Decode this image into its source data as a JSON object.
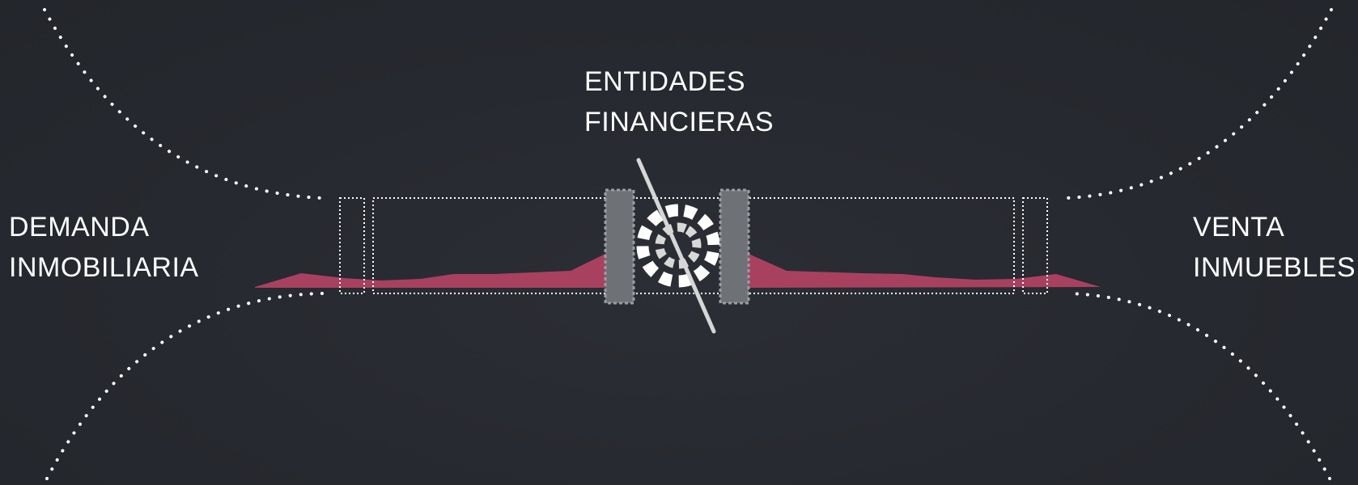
{
  "labels": {
    "left": {
      "line1": "DEMANDA",
      "line2": "INMOBILIARIA"
    },
    "top": {
      "line1": "ENTIDADES",
      "line2": "FINANCIERAS"
    },
    "right": {
      "line1": "VENTA",
      "line2": "INMUEBLES"
    }
  },
  "colors": {
    "background": "#26292f",
    "text": "#ffffff",
    "flow": "#a8415f",
    "pillar": "#6e7176",
    "dotted": "#ffffff",
    "slash": "#d6d6d6"
  },
  "icons": {
    "blocked": "prohibition-slash-icon",
    "spinner": "loading-spinner-icon"
  }
}
